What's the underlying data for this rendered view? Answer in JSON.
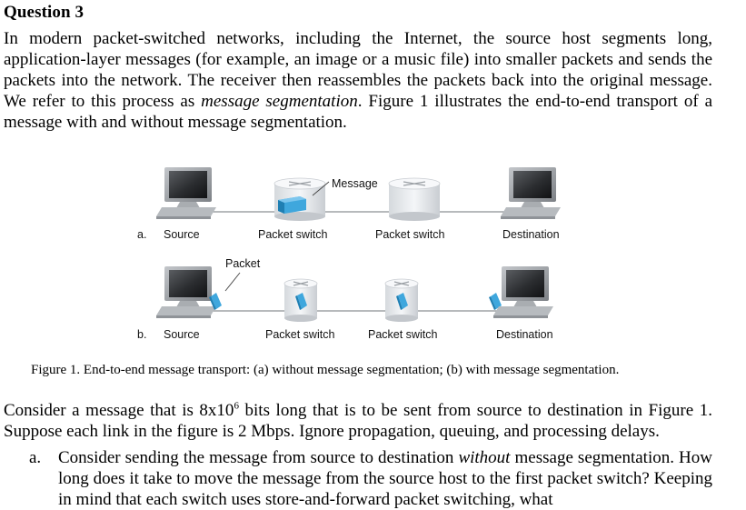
{
  "question": {
    "heading": "Question 3",
    "intro_part1": "In modern packet-switched networks, including the Internet, the source host segments long, application-layer messages (for example, an image or a music file) into smaller packets and sends the packets into the network. The receiver then reassembles the packets back into the original message. We refer to this process as ",
    "intro_emphasis": "message segmentation",
    "intro_part2": ". Figure 1 illustrates the end-to-end transport of a message with and without message segmentation.",
    "body_part1": "Consider a message that is 8x10",
    "body_exponent": "6",
    "body_part2": " bits long that is to be sent from source to destination in Figure 1. Suppose each link in the figure is 2 Mbps. Ignore propagation, queuing, and processing delays.",
    "item_a_marker": "a.",
    "item_a_part1": "Consider sending the message from source to destination ",
    "item_a_emphasis": "without",
    "item_a_part2": " message segmentation. How long does it take to move the message from the source host to the first packet switch? Keeping in mind that each switch uses store-and-forward packet switching, what"
  },
  "figure": {
    "caption": "Figure 1. End-to-end message transport: (a) without message segmentation; (b) with message segmentation.",
    "row_a": {
      "marker": "a.",
      "source": "Source",
      "switch1": "Packet switch",
      "switch2": "Packet switch",
      "destination": "Destination",
      "message_label": "Message"
    },
    "row_b": {
      "marker": "b.",
      "source": "Source",
      "switch1": "Packet switch",
      "switch2": "Packet switch",
      "destination": "Destination",
      "packet_label": "Packet"
    },
    "colors": {
      "packet_blue": "#3fa7dd",
      "monitor_frame": "#9a9ea3",
      "screen_dark": "#2e3033",
      "switch_body": "#e9ecef",
      "link_line": "#8c9095"
    }
  }
}
